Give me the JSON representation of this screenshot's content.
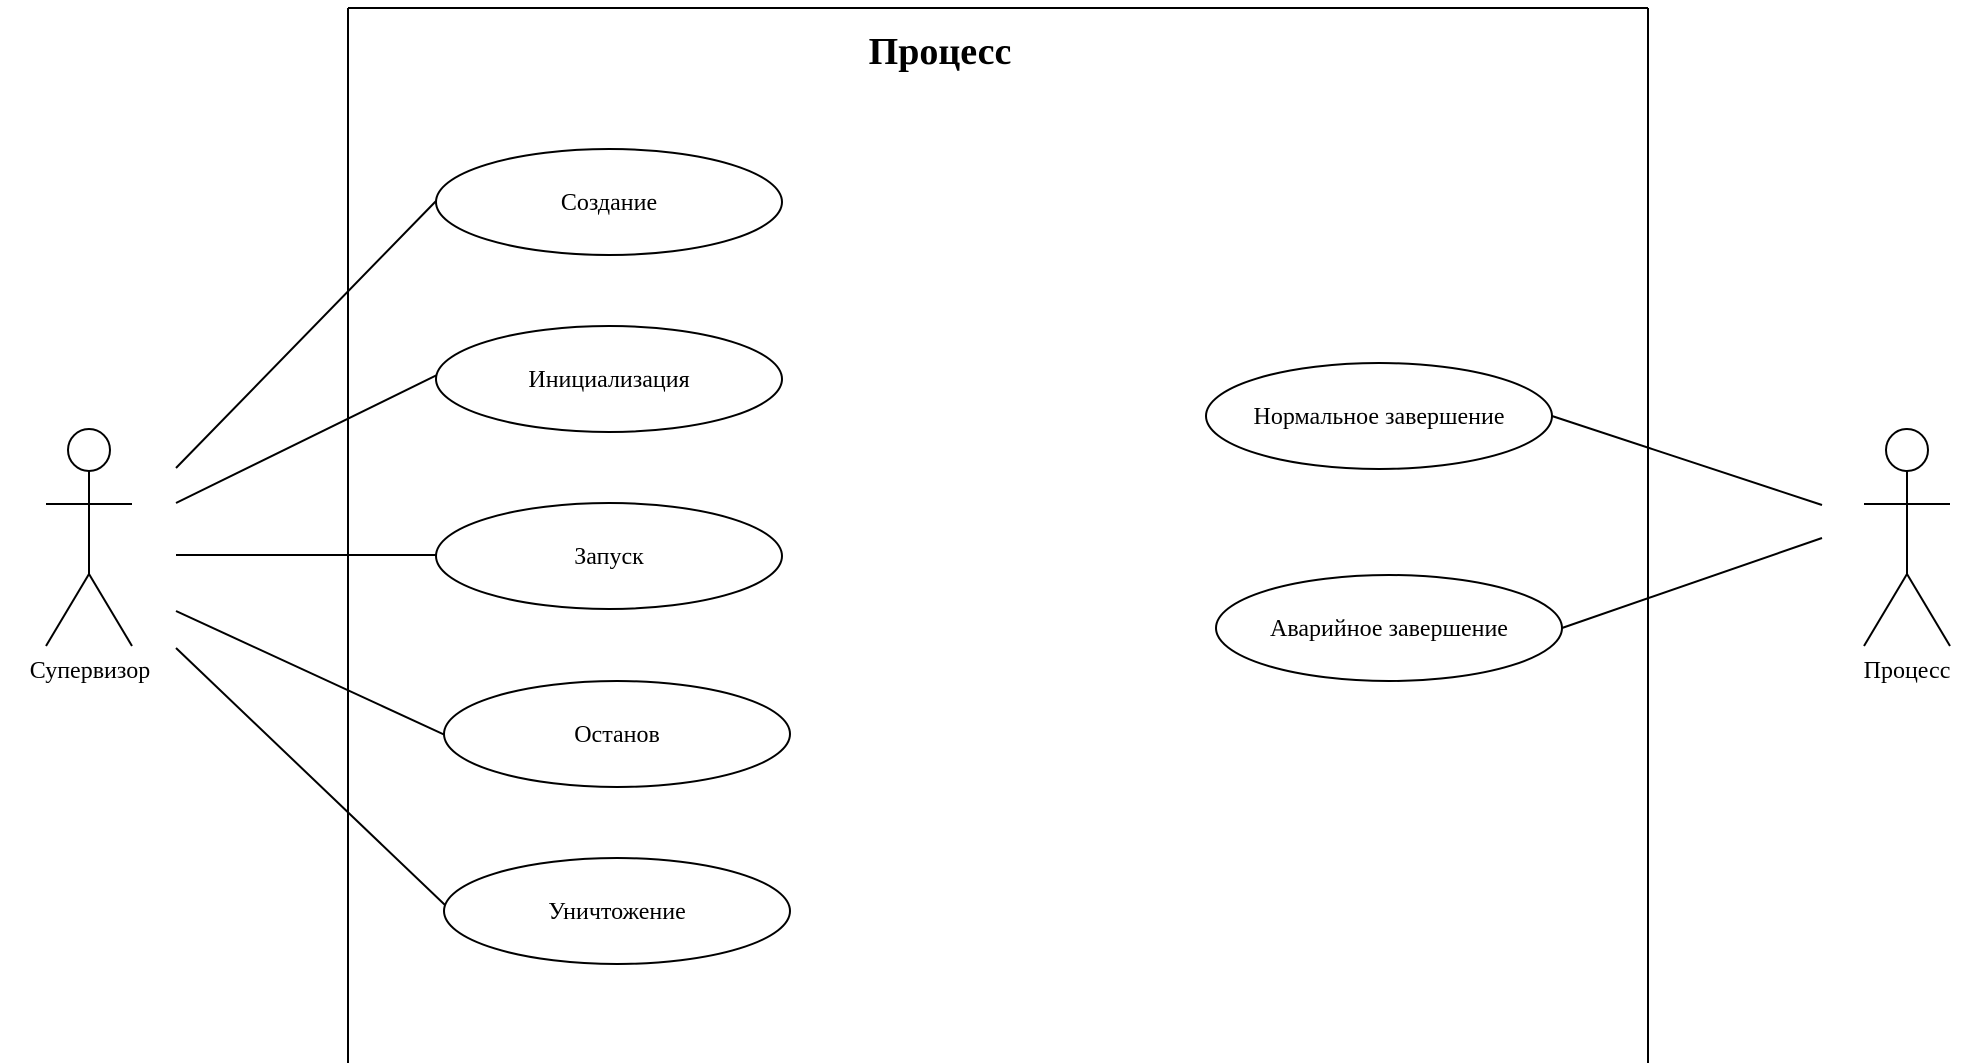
{
  "system": {
    "title": "Процесс"
  },
  "actors": {
    "left": {
      "label": "Супервизор",
      "icon": "stick-figure-icon"
    },
    "right": {
      "label": "Процесс",
      "icon": "stick-figure-icon"
    }
  },
  "use_cases": {
    "create": "Создание",
    "init": "Инициализация",
    "start": "Запуск",
    "stop": "Останов",
    "destroy": "Уничтожение",
    "normal_end": "Нормальное завершение",
    "abnormal_end": "Аварийное завершение"
  },
  "colors": {
    "line": "#000000",
    "background": "#ffffff"
  }
}
